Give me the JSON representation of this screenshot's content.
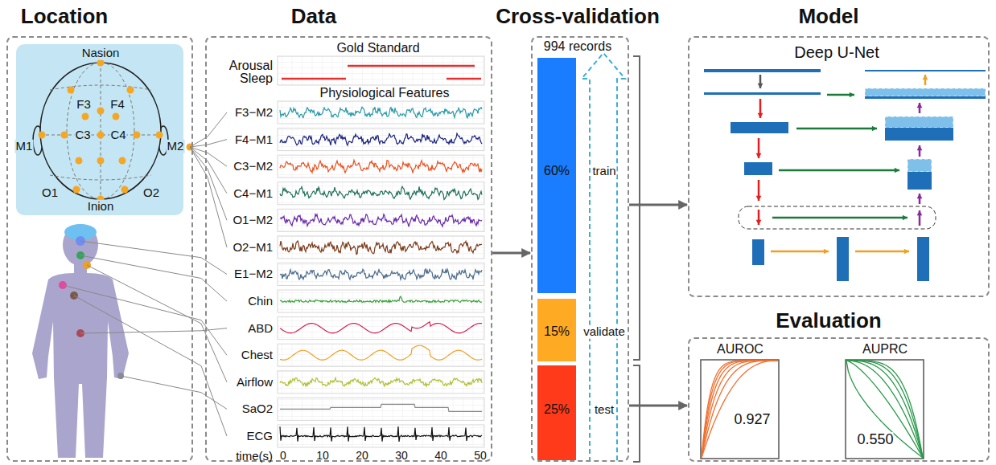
{
  "diagram": {
    "nodes": [
      {
        "text": [
          "Location"
        ]
      },
      {
        "text": [
          "Data"
        ]
      },
      {
        "text": [
          "Cross-validation",
          "994 records"
        ]
      },
      {
        "text": [
          "60%"
        ],
        "in": 2
      },
      {
        "text": [
          "15%"
        ],
        "in": 2
      },
      {
        "text": [
          "25%"
        ],
        "in": 2
      },
      {
        "text": [
          "Model",
          "Deep U-Net"
        ]
      },
      {
        "text": [
          "Evaluation"
        ]
      },
      {
        "text": [
          "AUROC",
          "0.927"
        ],
        "in": 7
      },
      {
        "text": [
          "AUPRC",
          "0.550"
        ],
        "in": 7
      }
    ],
    "edges": [
      {
        "from": 1,
        "to": 2,
        "arrow": "to"
      },
      {
        "from": 2,
        "to": 6,
        "arrow": "to"
      },
      {
        "from": 2,
        "to": 7,
        "arrow": "to"
      }
    ],
    "labels": [
      "Nasion",
      "F3",
      "F4",
      "M1",
      "C3",
      "C4",
      "M2",
      "O1",
      "O2",
      "Inion",
      "Arousal",
      "Sleep",
      "Gold Standard",
      "Physiological Features",
      "F3−M2",
      "F4−M1",
      "C3−M2",
      "C4−M1",
      "O1−M2",
      "O2−M1",
      "E1−M2",
      "Chin",
      "ABD",
      "Chest",
      "Airflow",
      "SaO2",
      "ECG",
      "time(s)",
      "0",
      "10",
      "20",
      "30",
      "40",
      "50",
      "train",
      "validate",
      "test"
    ]
  }
}
